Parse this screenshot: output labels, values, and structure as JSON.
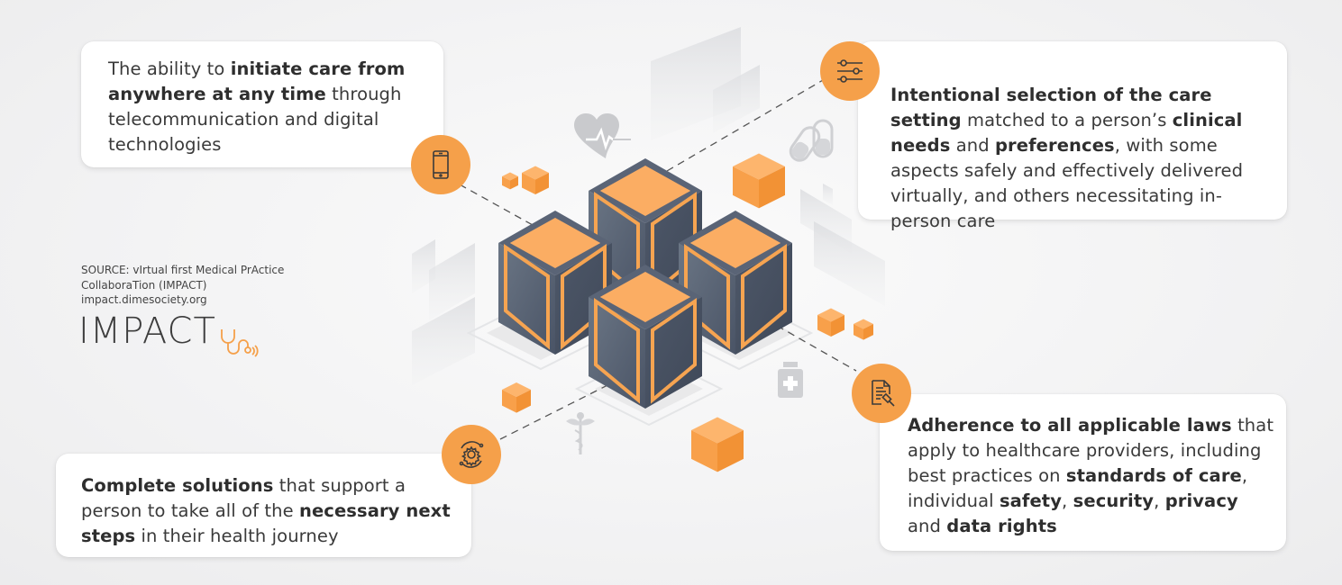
{
  "cards": [
    {
      "id": "initiate-care",
      "icon": "smartphone-icon",
      "segments": [
        {
          "text": "The ability to ",
          "bold": false
        },
        {
          "text": "initiate care from anywhere at any time",
          "bold": true
        },
        {
          "text": " through telecommunication and digital technologies",
          "bold": false
        }
      ]
    },
    {
      "id": "care-setting",
      "icon": "sliders-icon",
      "segments": [
        {
          "text": "Intentional selection of the care setting",
          "bold": true
        },
        {
          "text": " matched to a person’s ",
          "bold": false
        },
        {
          "text": "clinical needs",
          "bold": true
        },
        {
          "text": " and ",
          "bold": false
        },
        {
          "text": "preferences",
          "bold": true
        },
        {
          "text": ", with some aspects safely and effectively delivered virtually, and others necessitating in-person care",
          "bold": false
        }
      ]
    },
    {
      "id": "complete-solutions",
      "icon": "gear-orbit-icon",
      "segments": [
        {
          "text": "Complete solutions",
          "bold": true
        },
        {
          "text": " that support a person to take all of the ",
          "bold": false
        },
        {
          "text": "necessary next steps",
          "bold": true
        },
        {
          "text": " in their health journey",
          "bold": false
        }
      ]
    },
    {
      "id": "laws-adherence",
      "icon": "legal-document-gavel-icon",
      "segments": [
        {
          "text": "Adherence to all applicable laws",
          "bold": true
        },
        {
          "text": " that apply to healthcare providers, including best practices on ",
          "bold": false
        },
        {
          "text": "standards of care",
          "bold": true
        },
        {
          "text": ", individual ",
          "bold": false
        },
        {
          "text": "safety",
          "bold": true
        },
        {
          "text": ", ",
          "bold": false
        },
        {
          "text": "security",
          "bold": true
        },
        {
          "text": ", ",
          "bold": false
        },
        {
          "text": "privacy",
          "bold": true
        },
        {
          "text": " and ",
          "bold": false
        },
        {
          "text": "data rights",
          "bold": true
        }
      ]
    }
  ],
  "source": {
    "line1": "SOURCE: vIrtual first Medical PrActice",
    "line2": "CollaboraTion (IMPACT)",
    "line3": "impact.dimesociety.org"
  },
  "logo": {
    "text": "IMPACT",
    "icon": "stethoscope-icon"
  },
  "decorations": [
    "heart-pulse-icon",
    "pills-icon",
    "medicine-bottle-icon",
    "caduceus-icon"
  ],
  "colors": {
    "accent": "#f5a04a",
    "cube_dark": "#4a5568",
    "cube_top": "#fbad63",
    "text": "#333333"
  }
}
